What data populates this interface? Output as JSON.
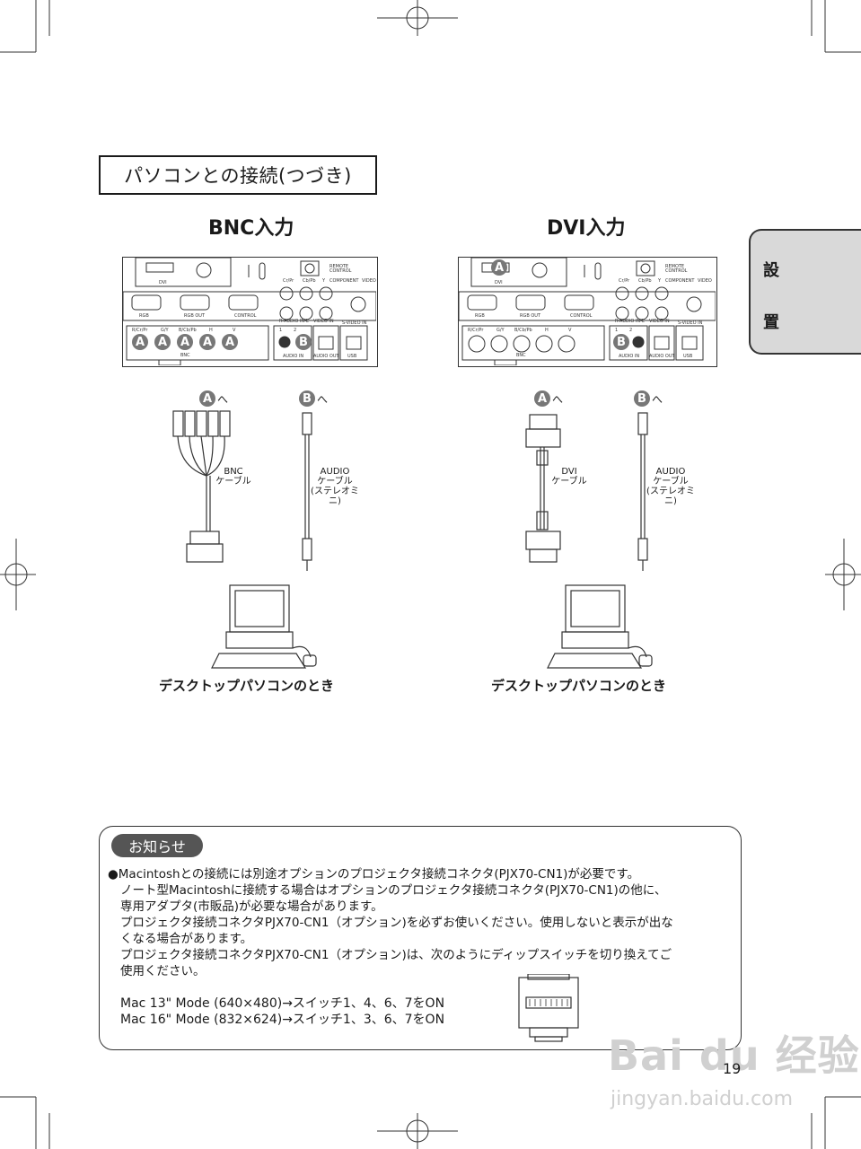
{
  "title": "パソコンとの接続(つづき)",
  "tab": {
    "char1": "設",
    "char2": "置"
  },
  "sections": {
    "bnc": {
      "heading": "BNC入力",
      "caption": "デスクトップパソコンのとき"
    },
    "dvi": {
      "heading": "DVI入力",
      "caption": "デスクトップパソコンのとき"
    }
  },
  "panel_labels": {
    "dvi": "DVI",
    "remote": "REMOTE CONTROL",
    "component": "COMPONENT",
    "video": "VIDEO",
    "cbpb": "Cb/Pb",
    "crpr": "Cr/Pr",
    "y": "Y",
    "rgb": "RGB",
    "rgb_out": "RGB OUT",
    "control": "CONTROL",
    "raudio": "R-AUDIO IN-L",
    "video_in": "VIDEO IN",
    "svideo": "S-VIDEO IN",
    "rcrpr": "R/Cr/Pr",
    "gy": "G/Y",
    "bcbpb": "B/Cb/Pb",
    "h": "H",
    "v": "V",
    "bnc": "BNC",
    "one": "1",
    "two": "2",
    "audio_in": "AUDIO IN",
    "audio_out": "AUDIO OUT",
    "usb": "USB"
  },
  "markers": {
    "a": "A",
    "b": "B",
    "to": "へ"
  },
  "cables": {
    "bnc": {
      "line1": "BNC",
      "line2": "ケーブル"
    },
    "audio": {
      "line1": "AUDIO",
      "line2": "ケーブル",
      "line3": "(ステレオミニ)"
    },
    "dvi": {
      "line1": "DVI",
      "line2": "ケーブル"
    }
  },
  "notice": {
    "title": "お知らせ",
    "line1": "●Macintoshとの接続には別途オプションのプロジェクタ接続コネクタ(PJX70-CN1)が必要です。",
    "line2": "ノート型Macintoshに接続する場合はオプションのプロジェクタ接続コネクタ(PJX70-CN1)の他に、",
    "line3": "専用アダプタ(市販品)が必要な場合があります。",
    "line4": "プロジェクタ接続コネクタPJX70-CN1（オプション)を必ずお使いください。使用しないと表示が出な",
    "line5": "くなる場合があります。",
    "line6": "プロジェクタ接続コネクタPJX70-CN1（オプション)は、次のようにディップスイッチを切り換えてご",
    "line7": "使用ください。",
    "mode1": "Mac 13\" Mode (640×480)→スイッチ1、4、6、7をON",
    "mode2": "Mac 16\" Mode (832×624)→スイッチ1、3、6、7をON"
  },
  "page_number": "19",
  "watermark": {
    "logo": "Bai du 经验",
    "url": "jingyan.baidu.com"
  }
}
